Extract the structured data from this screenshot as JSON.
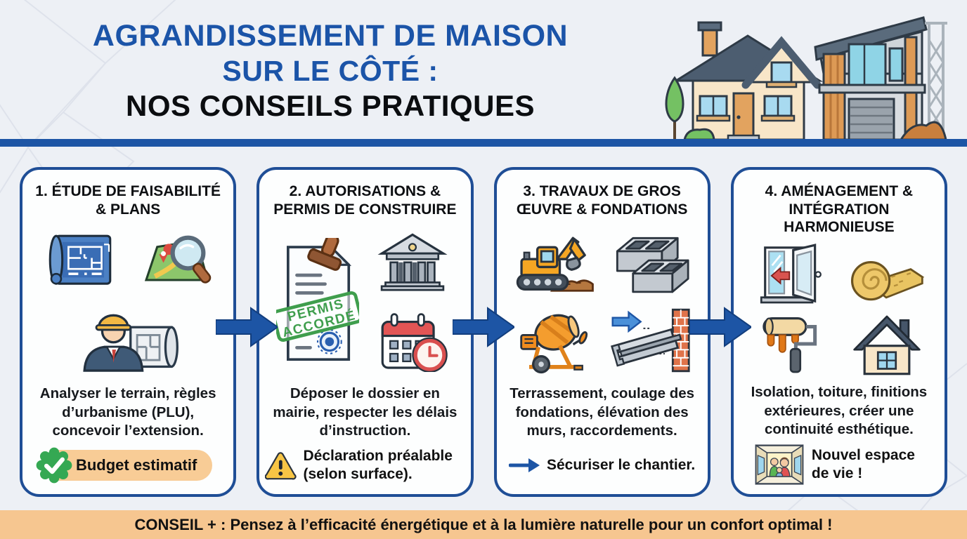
{
  "header": {
    "title_line1": "AGRANDISSEMENT DE MAISON",
    "title_line2": "SUR LE CÔTÉ :",
    "title_line3": "NOS CONSEILS PRATIQUES"
  },
  "steps": [
    {
      "title": "1. ÉTUDE DE FAISABILITÉ & PLANS",
      "body": "Analyser le terrain, règles d’urbanisme (PLU), concevoir l’extension.",
      "note": "Budget estimatif",
      "icons": [
        "blueprint-icon",
        "map-search-icon",
        "architect-icon",
        "check-seal-icon"
      ]
    },
    {
      "title": "2. AUTORISATIONS & PERMIS DE CONSTRUIRE",
      "body": "Déposer le dossier en mairie, respecter les délais d’instruction.",
      "note": "Déclaration préalable (selon surface).",
      "stamp_line1": "PERMIS",
      "stamp_line2": "ACCORDÉ",
      "icons": [
        "stamped-document-icon",
        "town-hall-icon",
        "calendar-clock-icon",
        "warning-icon"
      ]
    },
    {
      "title": "3. TRAVAUX DE GROS ŒUVRE & FONDATIONS",
      "body": "Terrassement, coulage des fondations, élévation des murs, raccordements.",
      "note": "Sécuriser le chantier.",
      "icons": [
        "excavator-icon",
        "concrete-blocks-icon",
        "cement-mixer-icon",
        "steel-beam-wall-icon",
        "arrow-right-icon"
      ]
    },
    {
      "title": "4. AMÉNAGEMENT & INTÉGRATION HARMONIEUSE",
      "body": "Isolation, toiture, finitions extérieures, créer une continuité esthétique.",
      "note": "Nouvel espace de vie !",
      "icons": [
        "open-window-icon",
        "insulation-roll-icon",
        "paint-roller-icon",
        "house-icon",
        "family-room-icon"
      ]
    }
  ],
  "footer": {
    "text": "CONSEIL + : Pensez à l’efficacité énergétique et à la lumière naturelle pour un confort optimal !"
  },
  "colors": {
    "accent_blue": "#1d55a5",
    "card_border": "#1f4e96",
    "background": "#edf0f5",
    "footer_bg": "#f6c690",
    "badge_bg": "#f8cc96",
    "seal_green": "#35a853",
    "stamp_green": "#3f9e4d",
    "warning_yellow": "#f7c545"
  }
}
